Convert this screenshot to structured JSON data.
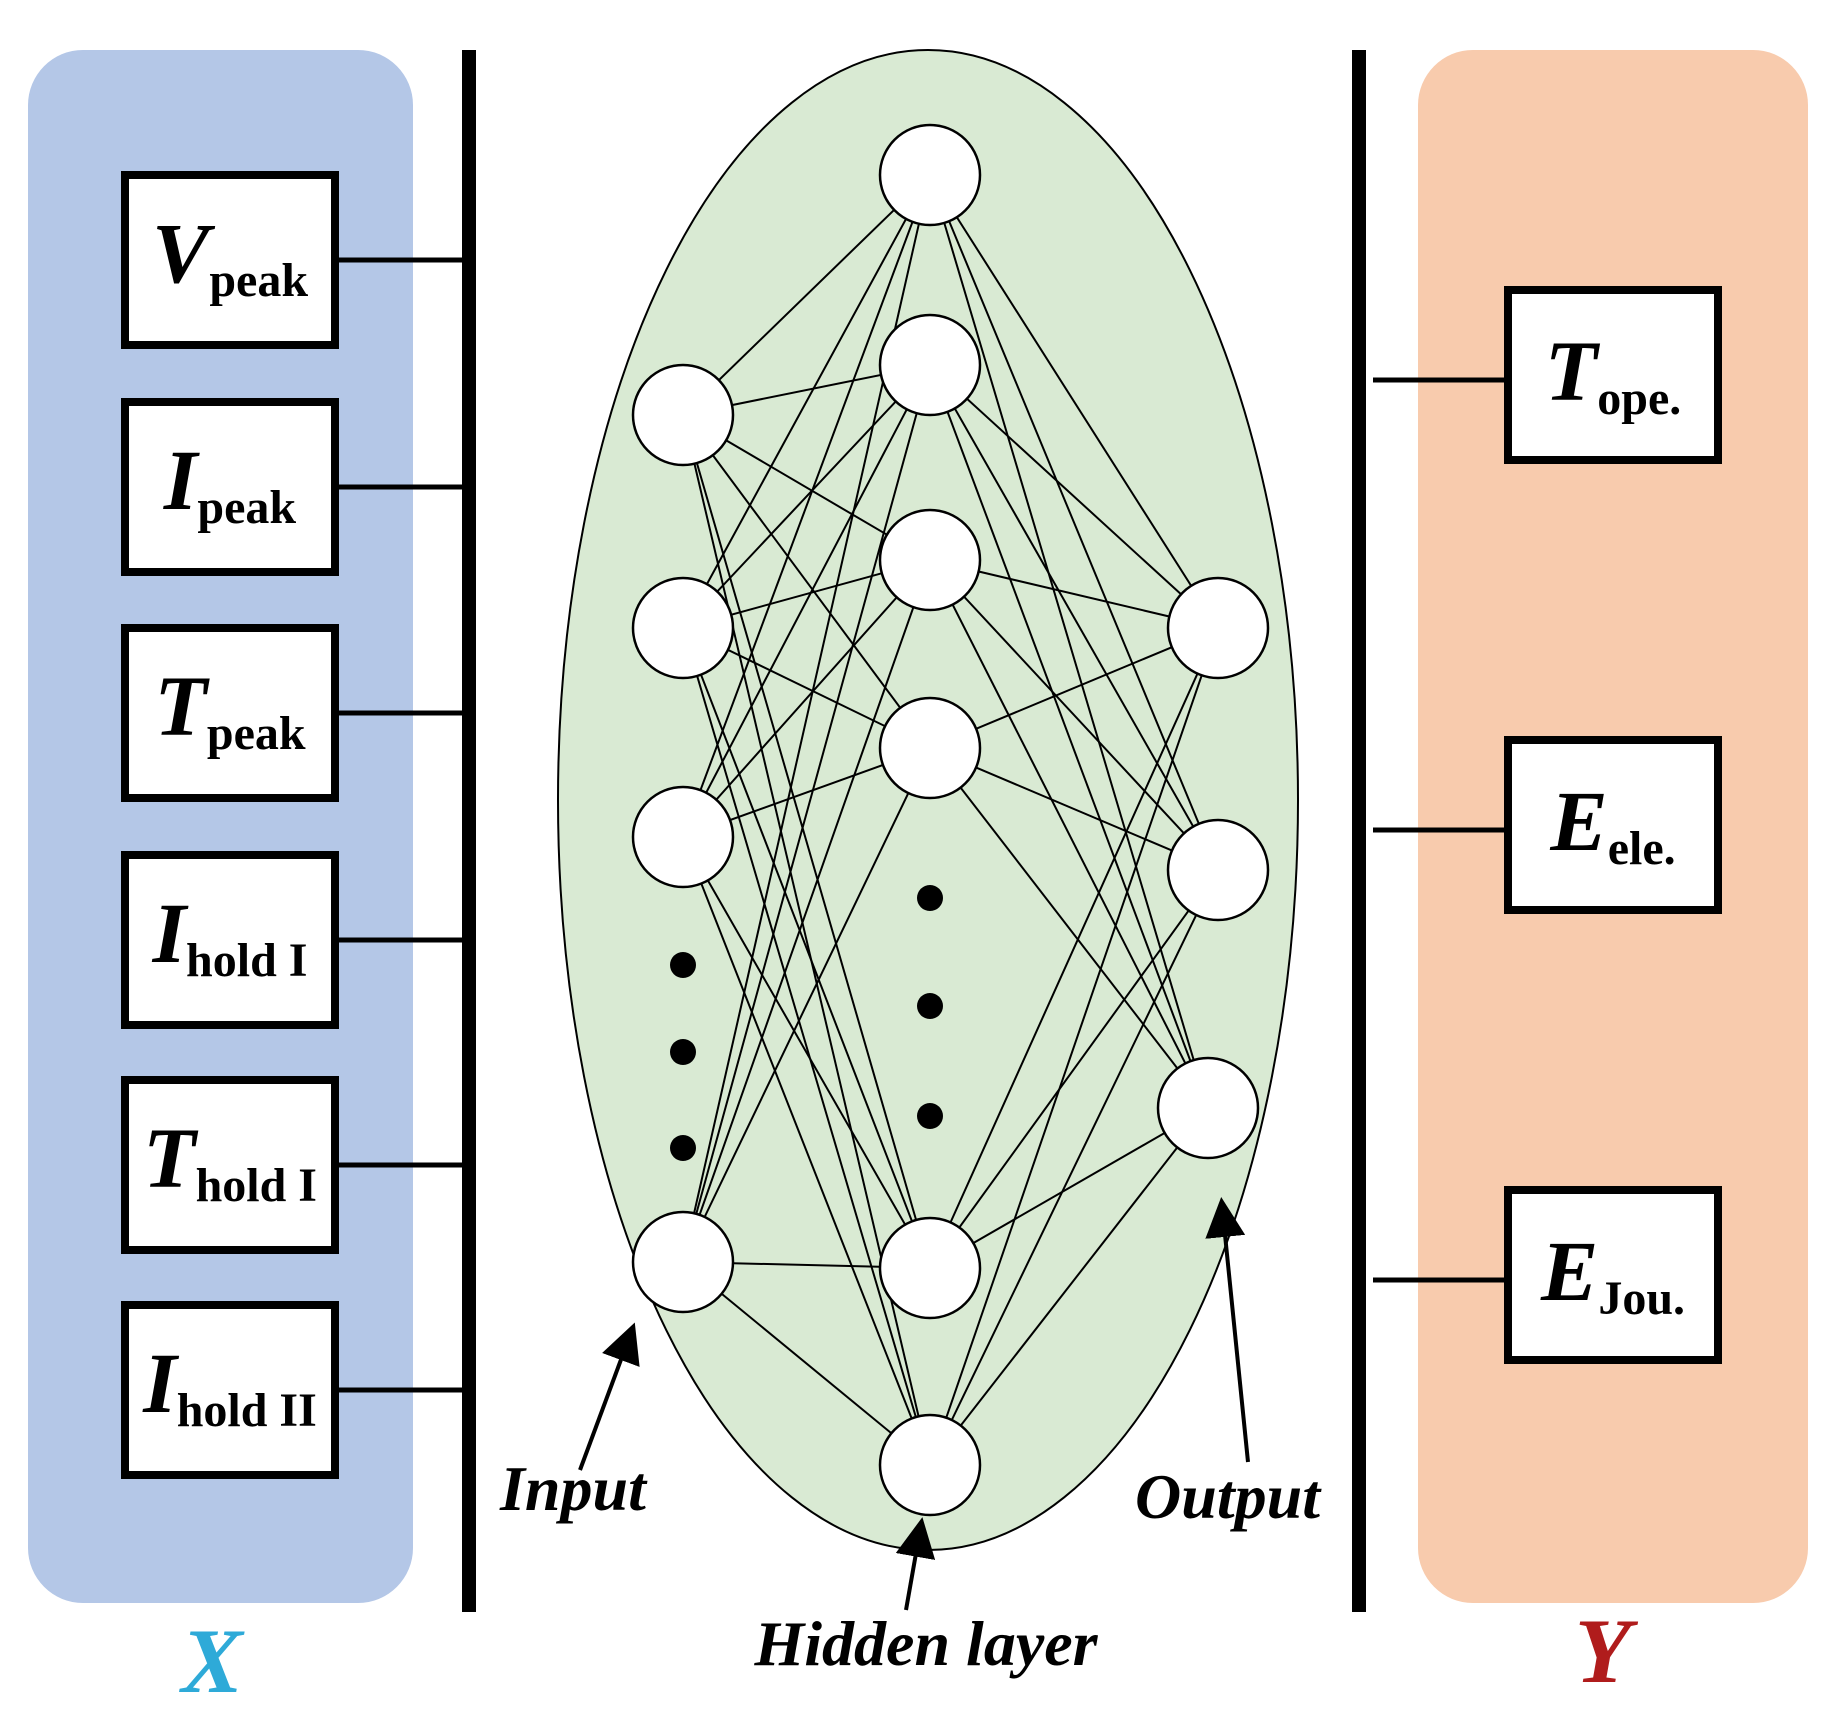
{
  "inputs": [
    {
      "main": "V",
      "sub": "peak"
    },
    {
      "main": "I",
      "sub": "peak"
    },
    {
      "main": "T",
      "sub": "peak"
    },
    {
      "main": "I",
      "sub": "hold I"
    },
    {
      "main": "T",
      "sub": "hold I"
    },
    {
      "main": "I",
      "sub": "hold II"
    }
  ],
  "outputs": [
    {
      "main": "T",
      "sub": "ope."
    },
    {
      "main": "E",
      "sub": "ele."
    },
    {
      "main": "E",
      "sub": "Jou."
    }
  ],
  "labels": {
    "input": "Input",
    "hidden": "Hidden layer",
    "output": "Output",
    "x": "X",
    "y": "Y"
  },
  "colors": {
    "input_panel": "#b4c7e7",
    "output_panel": "#f8cbad",
    "network_ellipse": "#d9ead3",
    "x_label": "#2eaad8",
    "y_label": "#b01c1c"
  }
}
